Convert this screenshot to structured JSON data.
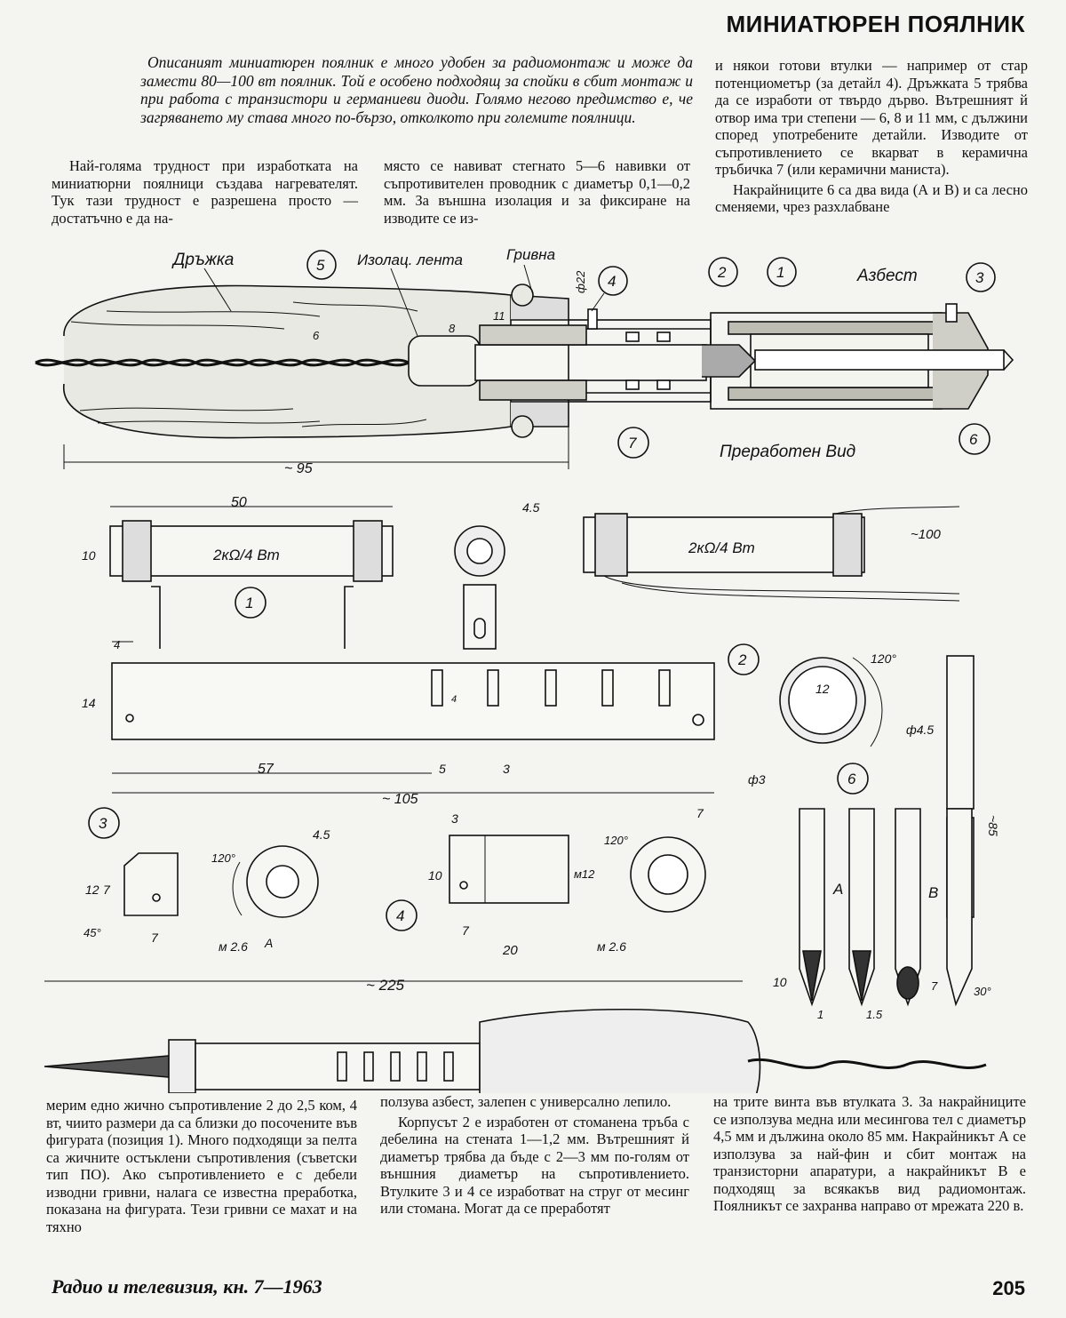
{
  "header": {
    "title": "МИНИАТЮРЕН ПОЯЛНИК"
  },
  "lead": "Описаният миниатюрен поялник е много удобен за радиомонтаж и може да замести 80—100 вт поялник. Той е особено подходящ за спойки в сбит монтаж и при работа с транзистори и германиеви диоди. Голямо негово предимство е, че загряването му става много по-бързо, отколкото при големите поялници.",
  "top_columns": {
    "col1": "Най-голяма трудност при изработката на миниатюрни поялници създава нагревателят. Тук тази трудност е разрешена просто — достатъчно е да на-",
    "col2": "място се навиват стегнато 5—6 навивки от съпротивителен проводник с диаметър 0,1—0,2 мм. За външна изолация и за фиксиране на изводите се из-",
    "col3_p1": "и някои готови втулки — например от стар потенциометър (за детайл 4). Дръжката 5 трябва да се изработи от твърдо дърво. Вътрешният й отвор има три степени — 6, 8 и 11 мм, с дължини според употребените детайли. Изводите от съпротивлението се вкарват в керамична тръбичка 7 (или керамични маниста).",
    "col3_p2": "Накрайниците 6 са два вида (А и В) и са лесно сменяеми, чрез разхлабване"
  },
  "bottom_columns": {
    "col1": "мерим едно жично съпротивление 2 до 2,5 ком, 4 вт, чиито размери да са близки до посочените във фигурата (позиция 1). Много подходящи за пелта са жичните остъклени съпротивления (съветски тип ПО). Ако съпротивлението е с дебели изводни гривни, налага се известна преработка, показана на фигурата. Тези гривни се махат и на тяхно",
    "col2_p1": "ползува азбест, залепен с универсално лепило.",
    "col2_p2": "Корпусът 2 е изработен от стоманена тръба с дебелина на стената 1—1,2 мм. Вътрешният й диаметър трябва да бъде с 2—3 мм по-голям от външния диаметър на съпротивлението. Втулките 3 и 4 се изработват на струг от месинг или стомана. Могат да се преработят",
    "col3": "на трите винта във втулката 3. За накрайниците се използува медна или месингова тел с диаметър 4,5 мм и дължина около 85 мм. Накрайникът А се използува за най-фин и сбит монтаж на транзисторни апаратури, а накрайникът В е подходящ за всякакъв вид радиомонтаж. Поялникът се захранва направо от мрежата 220 в."
  },
  "footer": {
    "journal": "Радио и телевизия, кн. 7—1963",
    "page": "205"
  },
  "drawing": {
    "labels": {
      "handle": "Дръжка",
      "insulating_tape": "Изолац. лента",
      "collar": "Гривна",
      "asbestos": "Азбест",
      "reworked_view": "Преработен Вид",
      "resistor_value_1": "2кΩ/4 Вт",
      "resistor_value_2": "2кΩ/4 Вт",
      "variant_a": "А",
      "variant_b": "В",
      "marker_a": "А"
    },
    "callouts": [
      "5",
      "4",
      "2",
      "1",
      "3",
      "7",
      "6",
      "1",
      "2",
      "6",
      "3",
      "4"
    ],
    "dims": {
      "d22": "ф22",
      "d6": "6",
      "d8": "8",
      "d11": "11",
      "len95": "~ 95",
      "len50": "50",
      "h10": "10",
      "d4_5a": "4.5",
      "len100": "~100",
      "w4": "4",
      "h14": "14",
      "slot4": "4",
      "len57": "57",
      "gap5": "5",
      "gap3": "3",
      "len105": "~ 105",
      "d12": "12",
      "ang120a": "120°",
      "d3": "ф3",
      "d4_5b": "ф4.5",
      "len85": "~85",
      "h12": "12",
      "h7": "7",
      "ang45": "45°",
      "w7a": "7",
      "m26a": "м 2.6",
      "ang120b": "120°",
      "d4_5c": "4.5",
      "w3": "3",
      "h10b": "10",
      "m12": "м12",
      "ang120c": "120°",
      "d7": "7",
      "w7b": "7",
      "len20": "20",
      "m26b": "м 2.6",
      "len225": "~ 225",
      "tip10": "10",
      "tip1": "1",
      "tip15": "1.5",
      "tip7": "7",
      "tip30": "30°"
    }
  }
}
